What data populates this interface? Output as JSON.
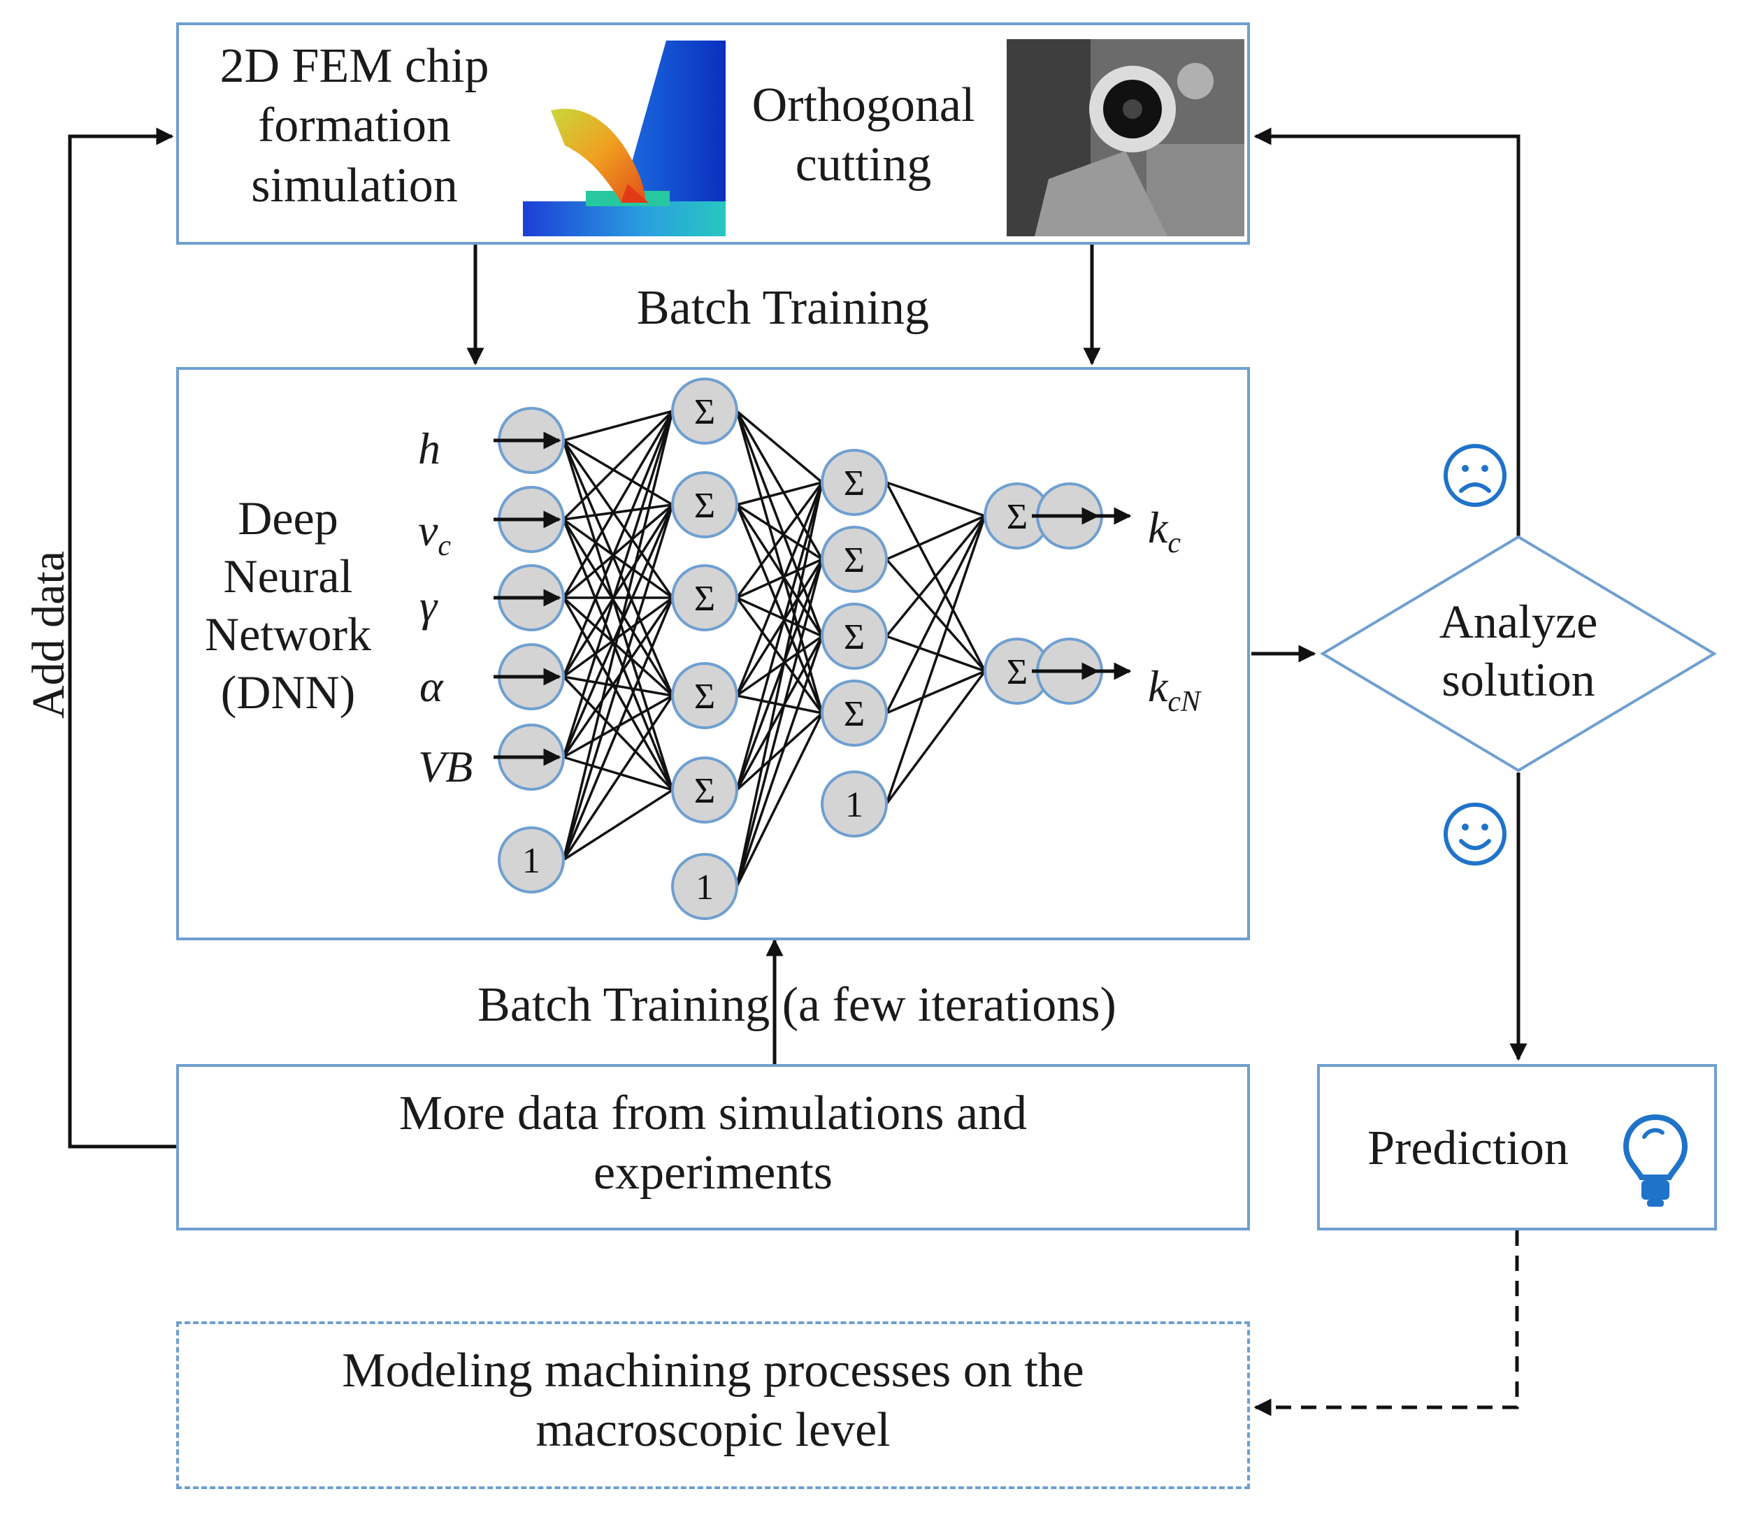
{
  "top_box": {
    "fem_label": "2D FEM chip\nformation\nsimulation",
    "ortho_label": "Orthogonal\ncutting"
  },
  "batch_training_top": "Batch Training",
  "dnn": {
    "label": "Deep\nNeural\nNetwork\n(DNN)",
    "inputs": [
      "h",
      "v",
      "γ",
      "α",
      "VB"
    ],
    "input_subscripts": [
      "",
      "c",
      "",
      "",
      ""
    ],
    "bias_label": "1",
    "sum_label": "Σ",
    "outputs": [
      "k",
      "k"
    ],
    "output_subscripts": [
      "c",
      "cN"
    ]
  },
  "analyze": {
    "label": "Analyze\nsolution",
    "sad_icon": "sad-face-icon",
    "happy_icon": "happy-face-icon"
  },
  "add_data_label": "Add data",
  "batch_training_bottom": "Batch Training (a few iterations)",
  "more_data_box": "More data from simulations and\nexperiments",
  "prediction": {
    "label": "Prediction",
    "icon": "lightbulb-icon"
  },
  "modeling_box": "Modeling machining processes on the\nmacroscopic level",
  "colors": {
    "box_border": "#6f9fd0",
    "node_fill": "#d4d4d4",
    "node_stroke": "#6f9fd0",
    "icon_blue": "#1f73c8"
  }
}
